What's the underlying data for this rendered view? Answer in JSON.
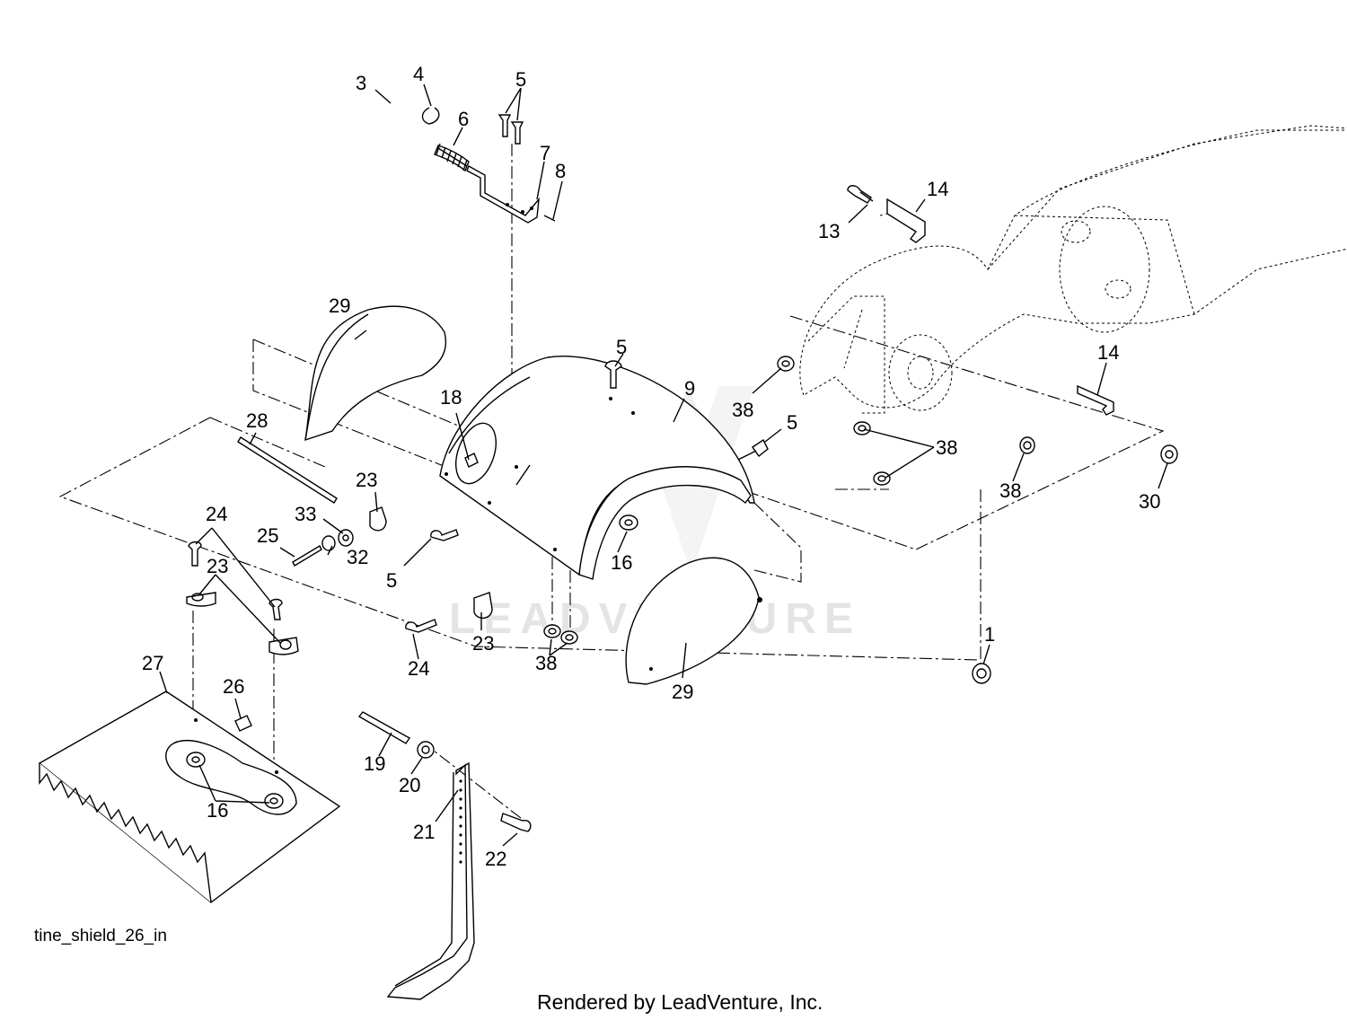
{
  "diagram": {
    "caption": "tine_shield_26_in",
    "footer": "Rendered by LeadVenture, Inc.",
    "watermark": "LEADVENTURE",
    "callouts": {
      "c1": "1",
      "c3": "3",
      "c4": "4",
      "c5a": "5",
      "c5b": "5",
      "c5c": "5",
      "c5d": "5",
      "c6": "6",
      "c7": "7",
      "c8": "8",
      "c9": "9",
      "c13": "13",
      "c14a": "14",
      "c14b": "14",
      "c16a": "16",
      "c16b": "16",
      "c18": "18",
      "c19": "19",
      "c20": "20",
      "c21": "21",
      "c22": "22",
      "c23a": "23",
      "c23b": "23",
      "c23c": "23",
      "c24a": "24",
      "c24b": "24",
      "c25": "25",
      "c26": "26",
      "c27": "27",
      "c28": "28",
      "c29a": "29",
      "c29b": "29",
      "c30": "30",
      "c32": "32",
      "c33": "33",
      "c38a": "38",
      "c38b": "38",
      "c38c": "38",
      "c38d": "38"
    }
  }
}
